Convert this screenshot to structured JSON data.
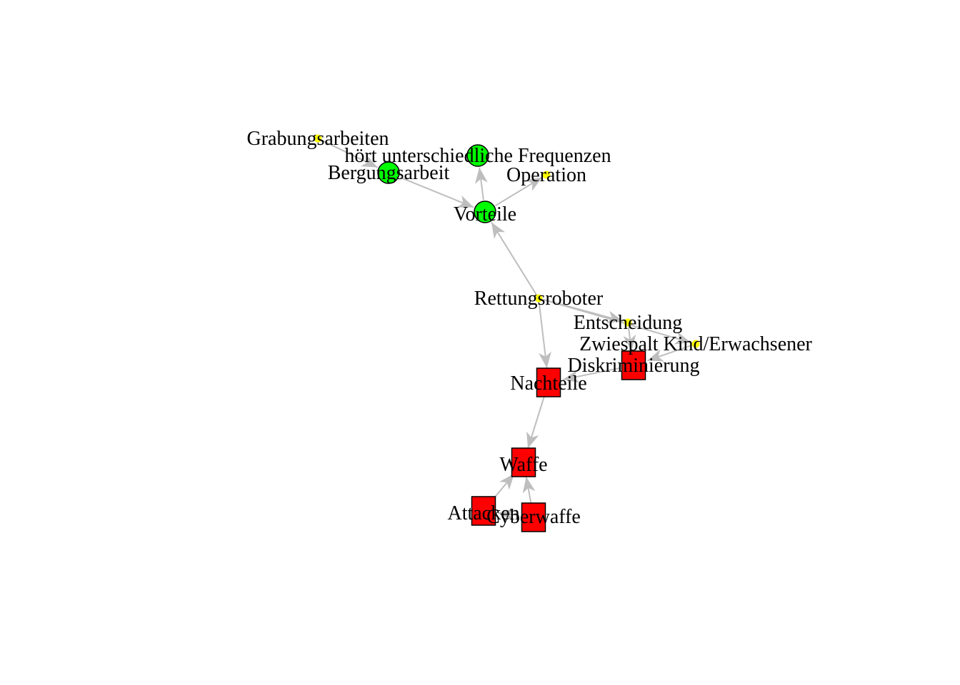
{
  "diagram": {
    "colors": {
      "background": "#ffffff",
      "edge": "#bebebe",
      "advantage": "#00ff00",
      "disadvantage": "#ff0000",
      "neutral": "#ffff00",
      "stroke": "#000000",
      "label": "#000000"
    },
    "nodes": [
      {
        "id": "grabungsarbeiten",
        "label": "Grabungsarbeiten",
        "shape": "dot"
      },
      {
        "id": "hoert",
        "label": "hört unterschiedliche Frequenzen",
        "shape": "circle"
      },
      {
        "id": "bergungsarbeit",
        "label": "Bergungsarbeit",
        "shape": "circle"
      },
      {
        "id": "operation",
        "label": "Operation",
        "shape": "dot"
      },
      {
        "id": "vorteile",
        "label": "Vorteile",
        "shape": "circle"
      },
      {
        "id": "rettungsroboter",
        "label": "Rettungsroboter",
        "shape": "dot"
      },
      {
        "id": "entscheidung",
        "label": "Entscheidung",
        "shape": "dot"
      },
      {
        "id": "zwiespalt",
        "label": "Zwiespalt Kind/Erwachsener",
        "shape": "dot"
      },
      {
        "id": "diskriminierung",
        "label": "Diskriminierung",
        "shape": "square"
      },
      {
        "id": "nachteile",
        "label": "Nachteile",
        "shape": "square"
      },
      {
        "id": "waffe",
        "label": "Waffe",
        "shape": "square"
      },
      {
        "id": "attacken",
        "label": "Attacken",
        "shape": "square"
      },
      {
        "id": "cyberwaffe",
        "label": "Cyberwaffe",
        "shape": "square"
      }
    ],
    "edges": [
      {
        "from": "grabungsarbeiten",
        "to": "bergungsarbeit"
      },
      {
        "from": "bergungsarbeit",
        "to": "vorteile"
      },
      {
        "from": "vorteile",
        "to": "hoert"
      },
      {
        "from": "vorteile",
        "to": "operation"
      },
      {
        "from": "rettungsroboter",
        "to": "vorteile"
      },
      {
        "from": "rettungsroboter",
        "to": "nachteile"
      },
      {
        "from": "rettungsroboter",
        "to": "entscheidung"
      },
      {
        "from": "rettungsroboter",
        "to": "zwiespalt"
      },
      {
        "from": "entscheidung",
        "to": "diskriminierung"
      },
      {
        "from": "zwiespalt",
        "to": "diskriminierung"
      },
      {
        "from": "diskriminierung",
        "to": "nachteile"
      },
      {
        "from": "nachteile",
        "to": "waffe"
      },
      {
        "from": "cyberwaffe",
        "to": "waffe"
      },
      {
        "from": "attacken",
        "to": "waffe"
      },
      {
        "from": "cyberwaffe",
        "to": "attacken"
      }
    ]
  }
}
